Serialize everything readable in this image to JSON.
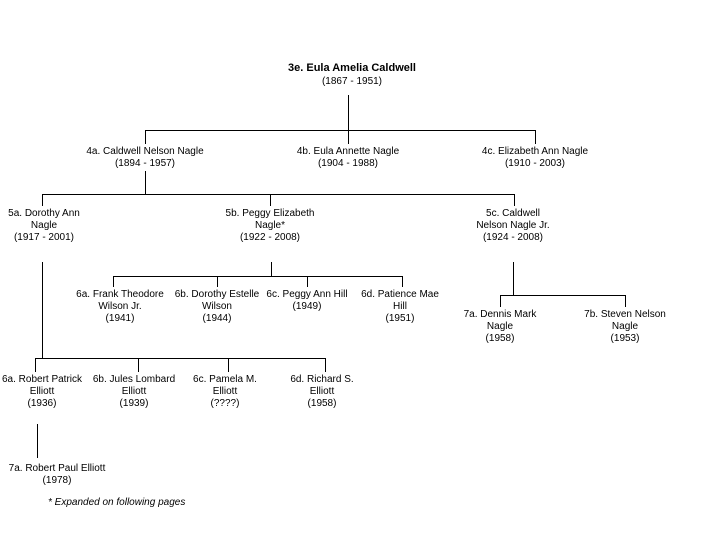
{
  "document": {
    "type": "genealogy-descendant-chart",
    "colors": {
      "background": "#ffffff",
      "line": "#000000",
      "text": "#000000"
    }
  },
  "persons": {
    "p3e": {
      "lines": [
        "3e. Eula Amelia Caldwell",
        "(1867 - 1951)"
      ]
    },
    "p4a": {
      "lines": [
        "4a. Caldwell Nelson Nagle",
        "(1894 - 1957)"
      ]
    },
    "p4b": {
      "lines": [
        "4b. Eula Annette Nagle",
        "(1904 - 1988)"
      ]
    },
    "p4c": {
      "lines": [
        "4c. Elizabeth Ann Nagle",
        "(1910 - 2003)"
      ]
    },
    "p5a": {
      "lines": [
        "5a. Dorothy Ann",
        "Nagle",
        "(1917 - 2001)"
      ]
    },
    "p5b": {
      "lines": [
        "5b. Peggy Elizabeth",
        "Nagle*",
        "(1922 - 2008)"
      ]
    },
    "p5c": {
      "lines": [
        "5c. Caldwell",
        "Nelson Nagle Jr.",
        "(1924 - 2008)"
      ]
    },
    "p6aw": {
      "lines": [
        "6a. Frank Theodore",
        "Wilson Jr.",
        "(1941)"
      ]
    },
    "p6bw": {
      "lines": [
        "6b. Dorothy Estelle",
        "Wilson",
        "(1944)"
      ]
    },
    "p6cw": {
      "lines": [
        "6c. Peggy Ann Hill",
        "(1949)"
      ]
    },
    "p6dw": {
      "lines": [
        "6d. Patience Mae",
        "Hill",
        "(1951)"
      ]
    },
    "p7an": {
      "lines": [
        "7a. Dennis Mark",
        "Nagle",
        "(1958)"
      ]
    },
    "p7bn": {
      "lines": [
        "7b. Steven Nelson",
        "Nagle",
        "(1953)"
      ]
    },
    "p6ae": {
      "lines": [
        "6a. Robert Patrick",
        "Elliott",
        "(1936)"
      ]
    },
    "p6be": {
      "lines": [
        "6b. Jules Lombard",
        "Elliott",
        "(1939)"
      ]
    },
    "p6ce": {
      "lines": [
        "6c. Pamela M.",
        "Elliott",
        "(????)"
      ]
    },
    "p6de": {
      "lines": [
        "6d. Richard S.",
        "Elliott",
        "(1958)"
      ]
    },
    "p7ae": {
      "lines": [
        "7a. Robert Paul Elliott",
        "(1978)"
      ]
    }
  },
  "relations": [
    {
      "parent": "p3e",
      "children": [
        "p4a",
        "p4b",
        "p4c"
      ]
    },
    {
      "parent": "p4a",
      "children": [
        "p5a",
        "p5b",
        "p5c"
      ]
    },
    {
      "parent": "p5a",
      "children": [
        "p6ae",
        "p6be",
        "p6ce",
        "p6de"
      ]
    },
    {
      "parent": "p5b",
      "children": [
        "p6aw",
        "p6bw",
        "p6cw",
        "p6dw"
      ]
    },
    {
      "parent": "p5c",
      "children": [
        "p7an",
        "p7bn"
      ]
    },
    {
      "parent": "p6ae",
      "children": [
        "p7ae"
      ]
    }
  ],
  "footnote": "* Expanded on following pages"
}
